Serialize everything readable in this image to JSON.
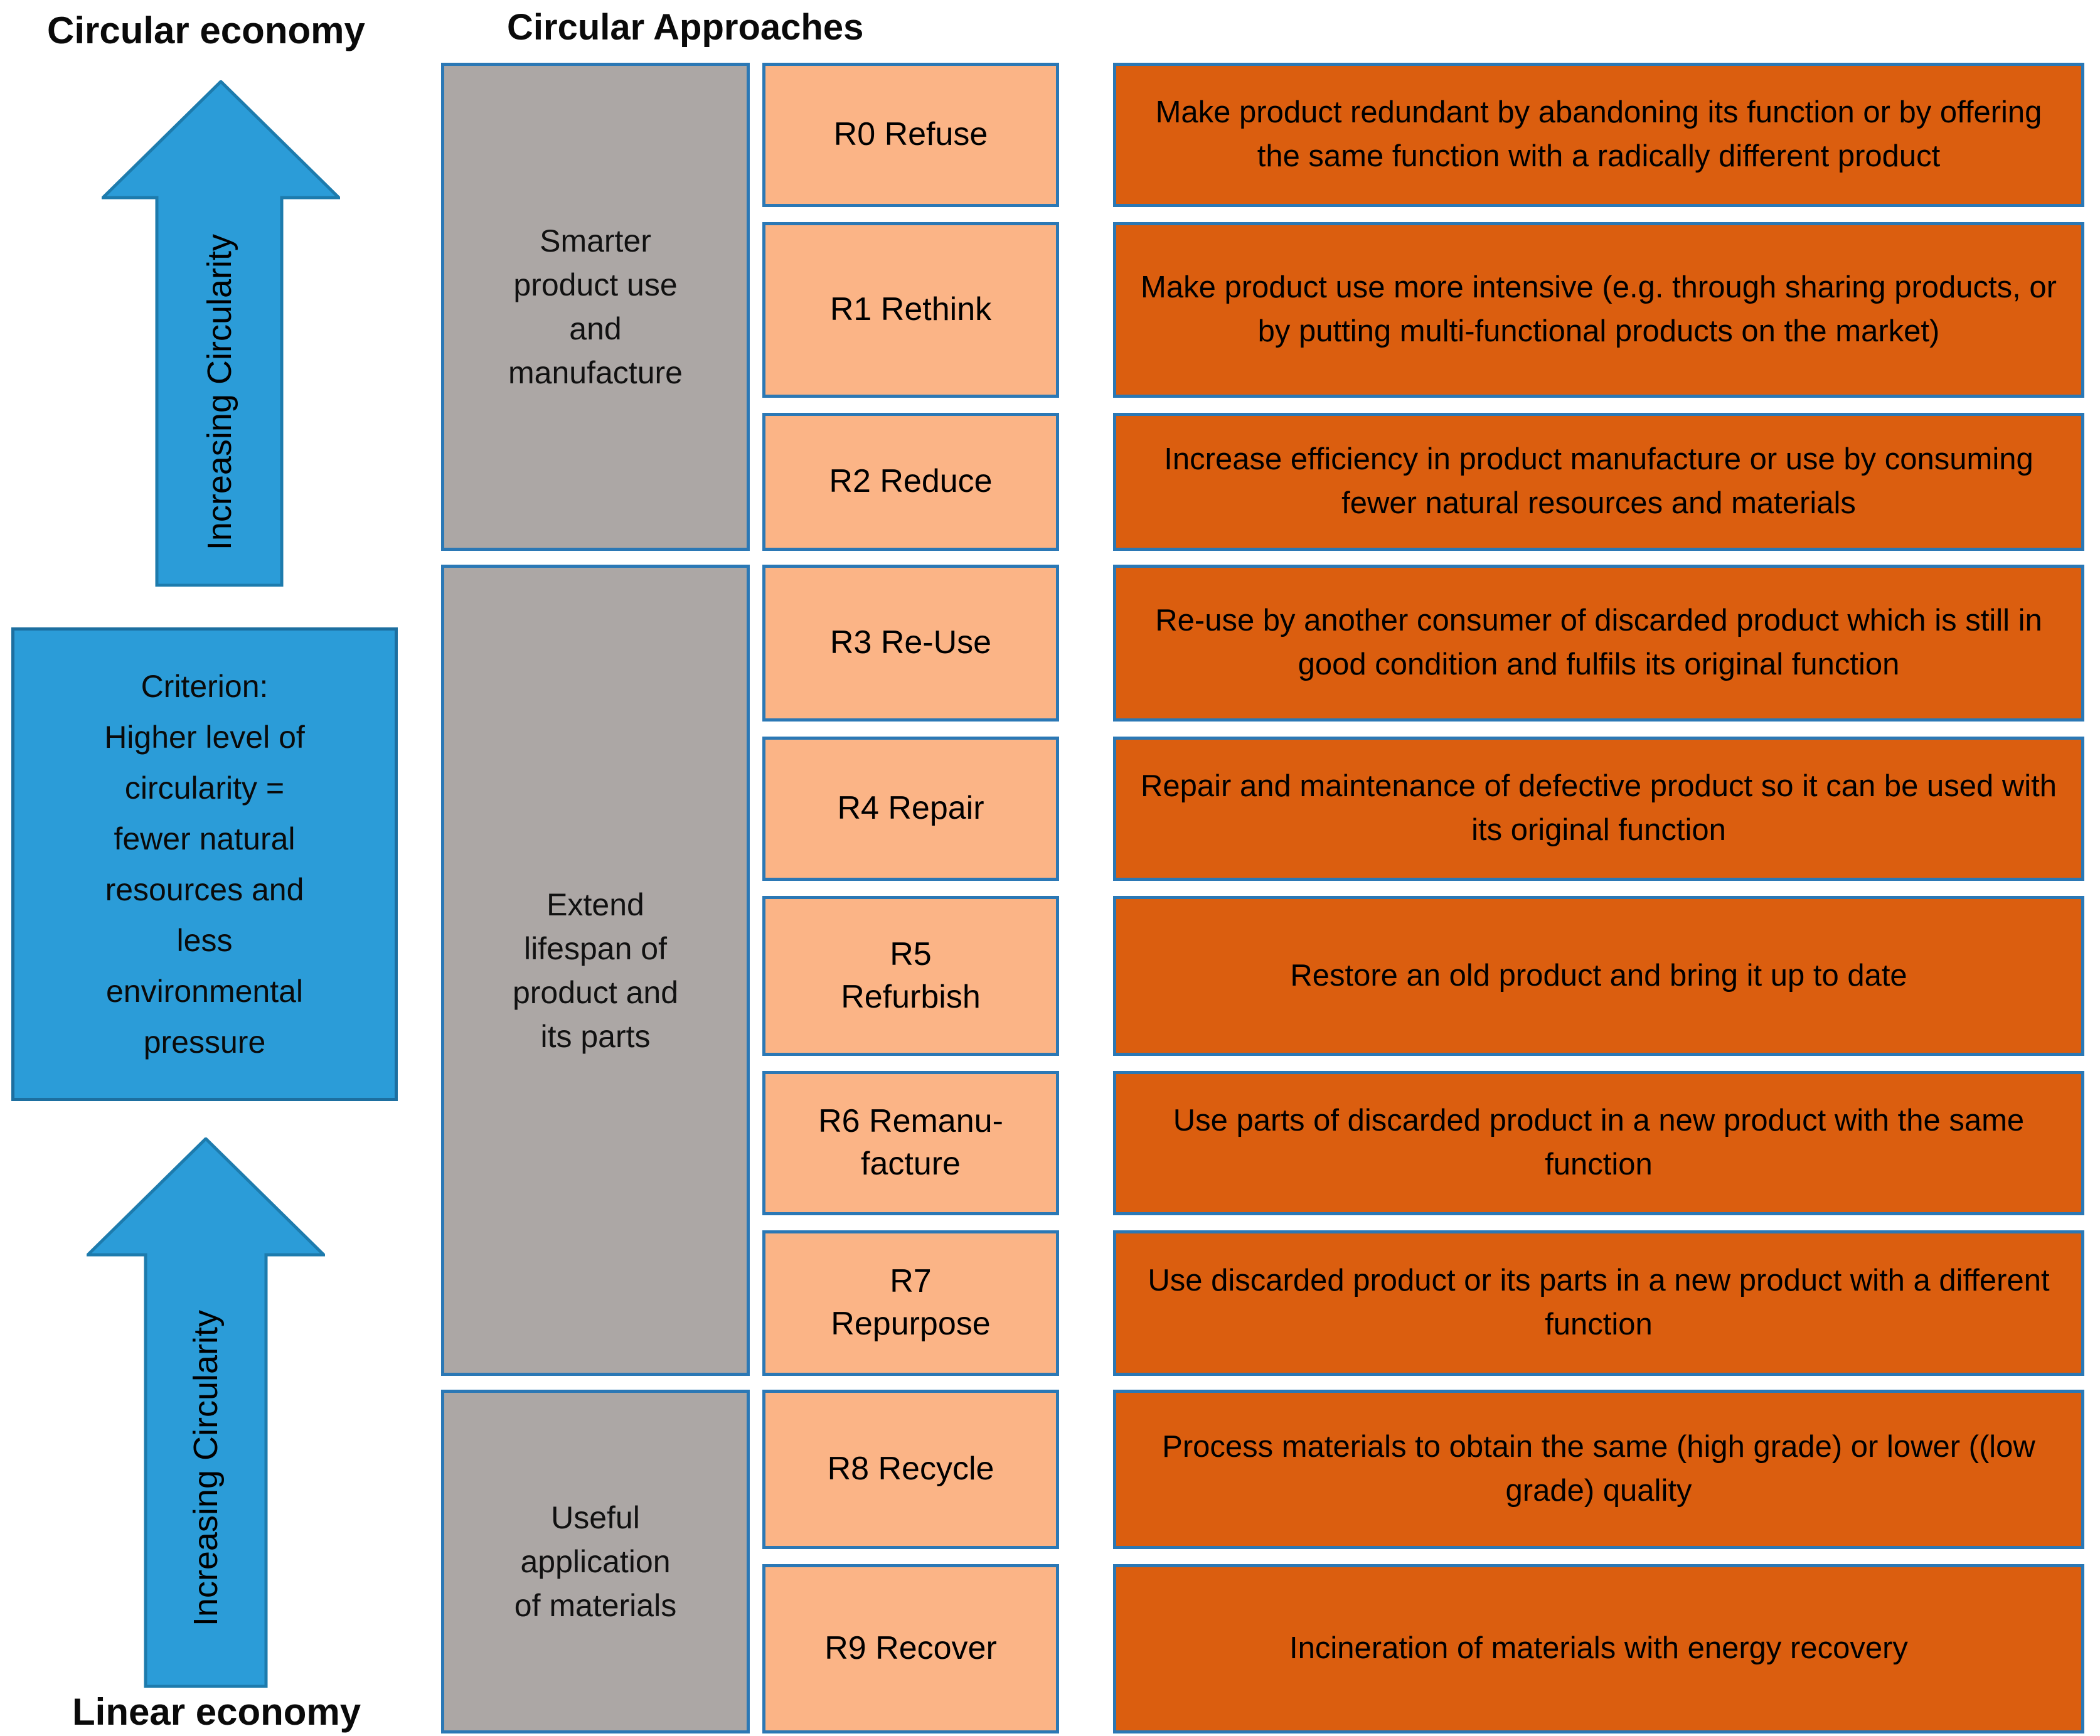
{
  "titles": {
    "top_left": "Circular economy",
    "bottom_left": "Linear economy",
    "approaches": "Circular Approaches"
  },
  "arrows": {
    "increasing_label": "Increasing Circularity"
  },
  "criterion_box": {
    "text": "Criterion:\nHigher level of\ncircularity =\nfewer natural\nresources and\nless\nenvironmental\npressure"
  },
  "groups": [
    {
      "label": "Smarter\nproduct use\nand\nmanufacture"
    },
    {
      "label": "Extend\nlifespan of\nproduct and\nits parts"
    },
    {
      "label": "Useful\napplication\nof materials"
    }
  ],
  "rows": [
    {
      "code": "R0 Refuse",
      "description": "Make product redundant by abandoning its function or by offering the same function with a radically different product"
    },
    {
      "code": "R1 Rethink",
      "description": "Make product use more intensive (e.g. through sharing products, or by putting multi-functional products on the market)"
    },
    {
      "code": "R2 Reduce",
      "description": "Increase efficiency in product manufacture or use by consuming fewer natural resources and materials"
    },
    {
      "code": "R3 Re-Use",
      "description": "Re-use by another consumer of discarded product which is still in good condition and fulfils its original function"
    },
    {
      "code": "R4 Repair",
      "description": "Repair and maintenance of defective product so it can be used with its original function"
    },
    {
      "code": "R5\nRefurbish",
      "description": "Restore an old product and bring it up to date"
    },
    {
      "code": "R6 Remanu-\nfacture",
      "description": "Use parts of discarded product in a new product with the same function"
    },
    {
      "code": "R7\nRepurpose",
      "description": "Use discarded product or its parts in a new product with a different function"
    },
    {
      "code": "R8 Recycle",
      "description": "Process materials to obtain the same (high grade) or lower ((low grade) quality"
    },
    {
      "code": "R9 Recover",
      "description": "Incineration of materials with energy recovery"
    }
  ],
  "colors": {
    "blue_fill": "#2B9CD8",
    "blue_arrow_border": "#1D7BAD",
    "criterion_border": "#1D6FA0",
    "box_border": "#2B78B5",
    "gray_fill": "#ACA7A5",
    "peach_fill": "#FBB486",
    "orange_fill": "#DB5E0F"
  }
}
